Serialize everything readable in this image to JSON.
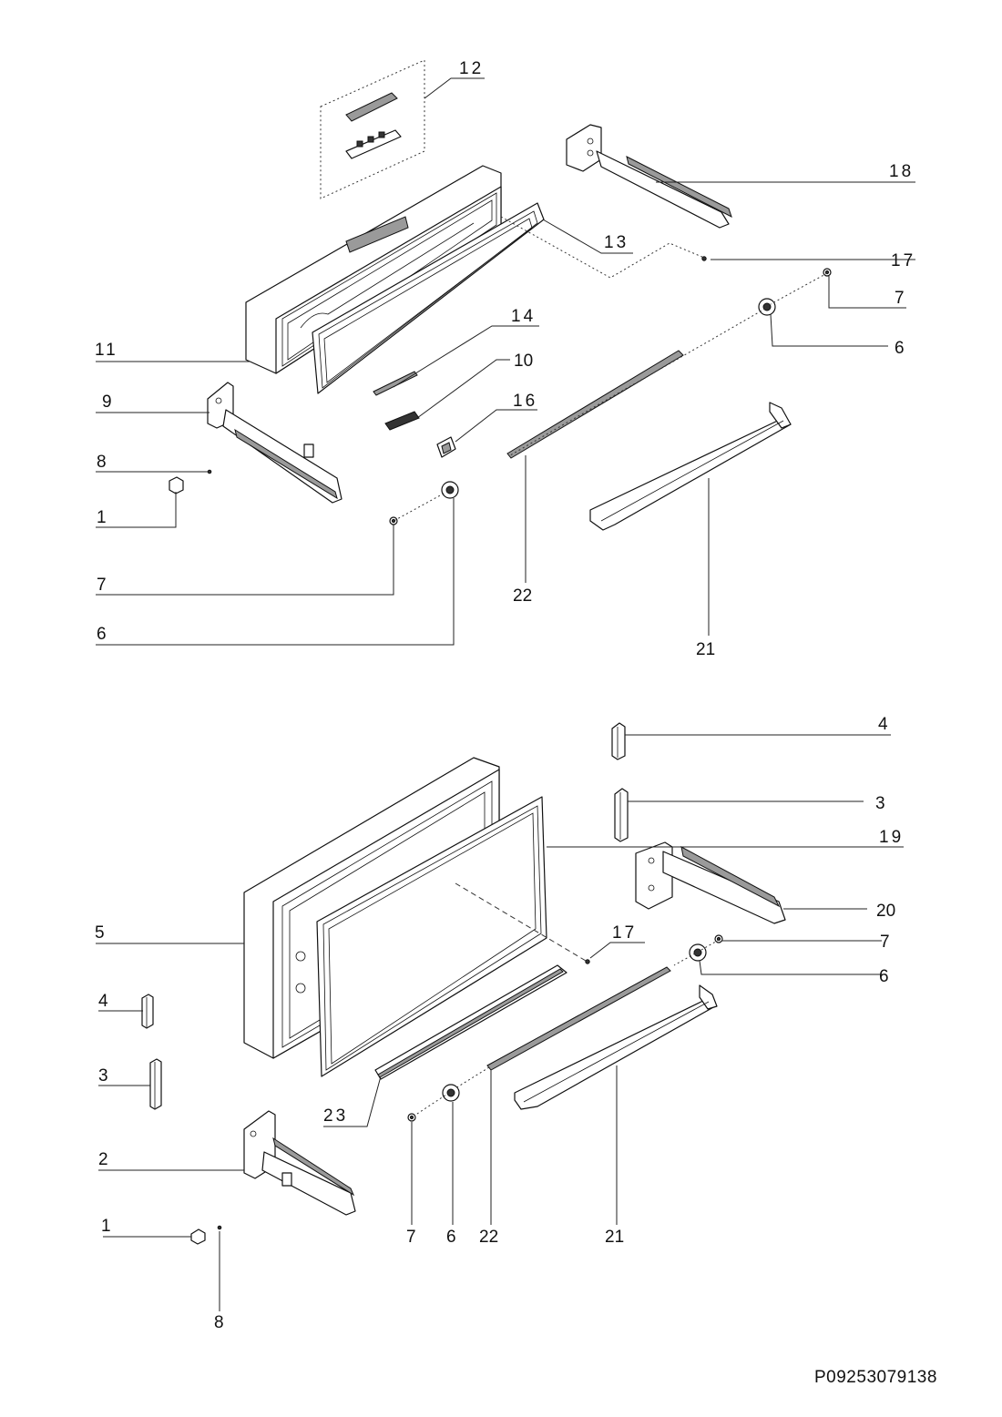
{
  "drawing_code": "P09253079138",
  "callouts": {
    "top": {
      "c12": "12",
      "c18": "18",
      "c13": "13",
      "c17": "17",
      "c7a": "7",
      "c6a": "6",
      "c11": "11",
      "c14": "14",
      "c10": "10",
      "c9": "9",
      "c16": "16",
      "c8": "8",
      "c1": "1",
      "c7b": "7",
      "c22": "22",
      "c6b": "6",
      "c21": "21"
    },
    "bottom": {
      "c4a": "4",
      "c3a": "3",
      "c19": "19",
      "c20": "20",
      "c5": "5",
      "c17": "17",
      "c7a": "7",
      "c6a": "6",
      "c4b": "4",
      "c3b": "3",
      "c23": "23",
      "c2": "2",
      "c1": "1",
      "c7b": "7",
      "c6b": "6",
      "c22": "22",
      "c21": "21",
      "c8": "8"
    }
  }
}
